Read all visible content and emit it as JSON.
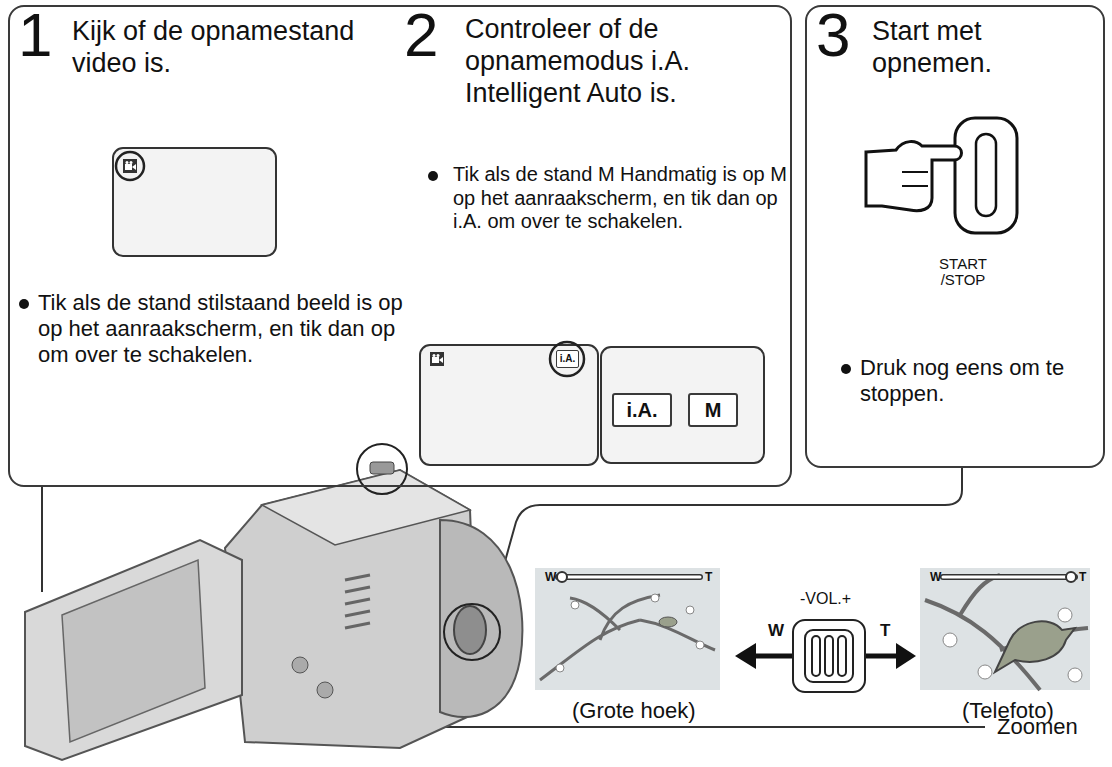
{
  "diagram": {
    "nodes": [
      {
        "text": [
          "1",
          "Kijk of de opnamestand video is.",
          "Tik als de stand stilstaand beeld is op op het aanraakscherm, en tik dan op om over te schakelen.",
          "2",
          "Controleer of de opnamemodus i.A. Intelligent Auto is.",
          "Tik als de stand M Handmatig is op M op het aanraakscherm, en tik dan op i.A. om over te schakelen."
        ]
      },
      {
        "text": [
          "i.A."
        ],
        "in": 0
      },
      {
        "text": [
          "i.A."
        ],
        "in": 0
      },
      {
        "text": [
          "M"
        ],
        "in": 0
      },
      {
        "text": [
          "3",
          "Start met opnemen.",
          "START /STOP",
          "Druk nog eens om te stoppen."
        ]
      }
    ],
    "labels": [
      "W",
      "T",
      "-VOL.+",
      "W",
      "T",
      "W",
      "T",
      "(Grote hoek)",
      "(Telefoto)",
      "Zoomen"
    ]
  }
}
